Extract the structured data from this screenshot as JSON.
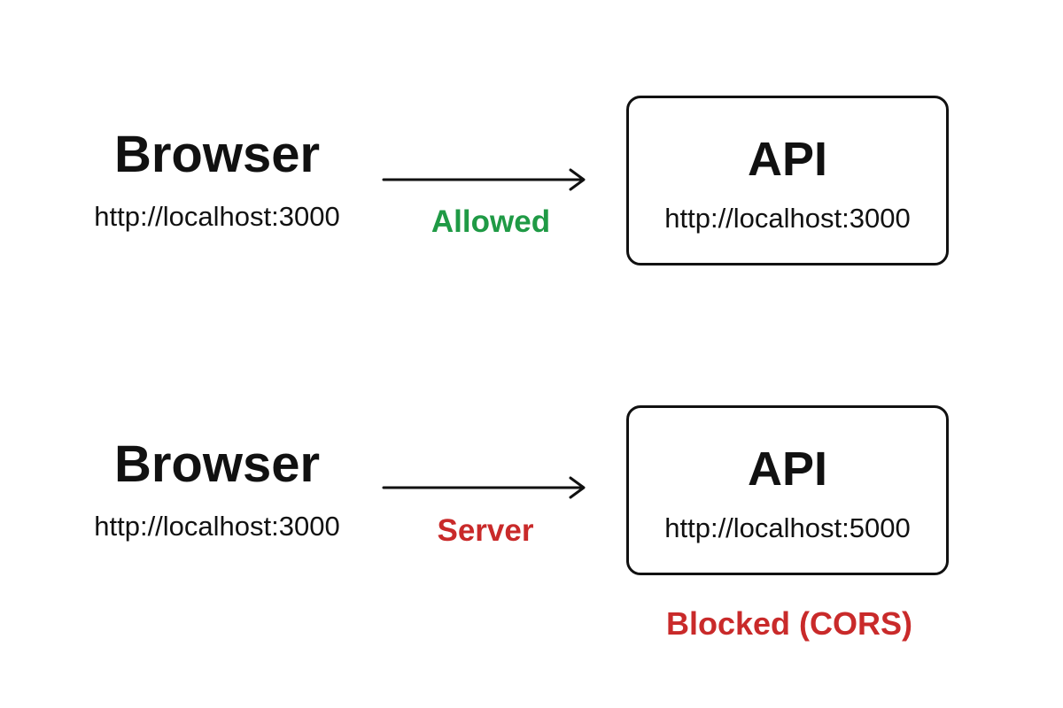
{
  "colors": {
    "allowed": "#1f9a45",
    "blocked": "#c92a2a",
    "ink": "#111111"
  },
  "scenarios": [
    {
      "browser": {
        "title": "Browser",
        "url": "http://localhost:3000"
      },
      "arrow_label": "Allowed",
      "api": {
        "title": "API",
        "url": "http://localhost:3000"
      },
      "result": ""
    },
    {
      "browser": {
        "title": "Browser",
        "url": "http://localhost:3000"
      },
      "arrow_label": "Server",
      "api": {
        "title": "API",
        "url": "http://localhost:5000"
      },
      "result": "Blocked (CORS)"
    }
  ]
}
